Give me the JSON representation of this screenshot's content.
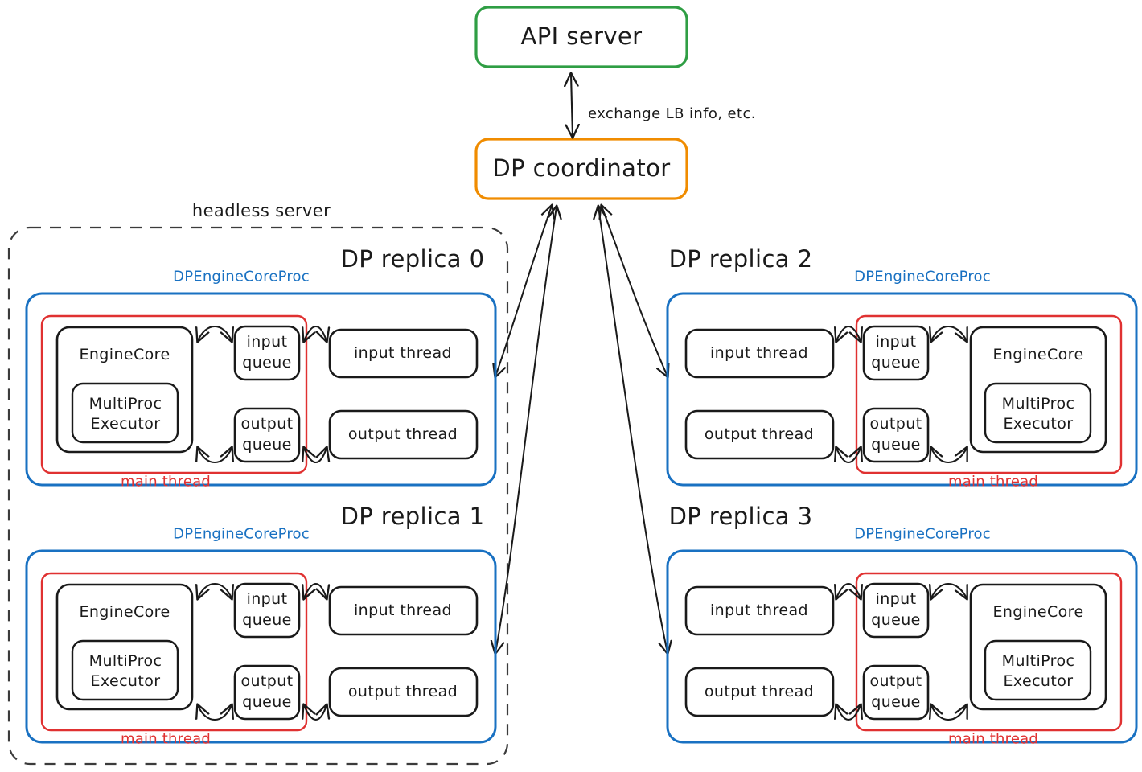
{
  "diagram": {
    "title_nodes": {
      "api_server": "API server",
      "dp_coordinator": "DP coordinator"
    },
    "edge_labels": {
      "coordinator_api": "exchange LB info, etc."
    },
    "boundary": {
      "headless_server": "headless server"
    },
    "colors": {
      "api_server_border": "#2f9e44",
      "coordinator_border": "#f08c00",
      "proc_border": "#1971c2",
      "main_thread_border": "#e03131",
      "node_border": "#1a1a1a",
      "headless_border": "#3b3b3b",
      "text": "#1a1a1a"
    },
    "labels": {
      "proc": "DPEngineCoreProc",
      "main_thread": "main thread",
      "engine_core": "EngineCore",
      "multiproc_executor_l1": "MultiProc",
      "multiproc_executor_l2": "Executor",
      "input_queue_l1": "input",
      "input_queue_l2": "queue",
      "output_queue_l1": "output",
      "output_queue_l2": "queue",
      "input_thread": "input thread",
      "output_thread": "output thread"
    },
    "replicas": [
      {
        "name": "DP replica 0",
        "orientation": "left",
        "inside_headless": true
      },
      {
        "name": "DP replica 1",
        "orientation": "left",
        "inside_headless": true
      },
      {
        "name": "DP replica 2",
        "orientation": "right",
        "inside_headless": false
      },
      {
        "name": "DP replica 3",
        "orientation": "right",
        "inside_headless": false
      }
    ]
  }
}
